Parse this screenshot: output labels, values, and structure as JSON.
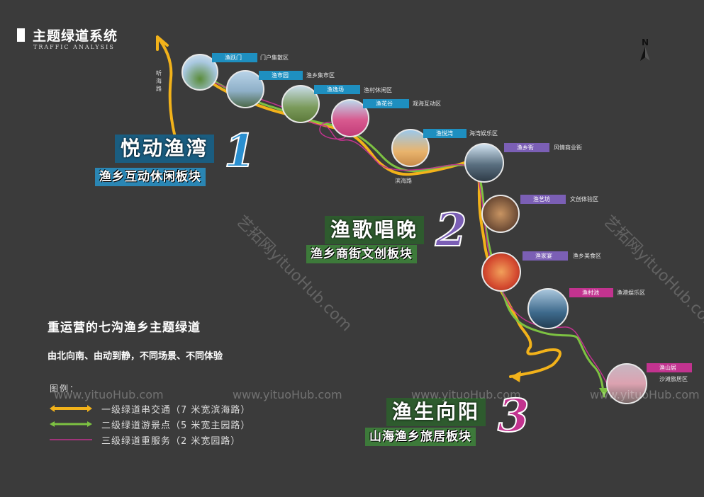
{
  "header": {
    "title": "主题绿道系统",
    "subtitle": "TRAFFIC ANALYSIS",
    "north_label": "N"
  },
  "roads": {
    "ting_hai": "听海路",
    "bin_hai": "滨海路"
  },
  "spots": [
    {
      "name": "渔跃门",
      "desc": "门户集散区",
      "color": "#1e8fc0"
    },
    {
      "name": "渔市园",
      "desc": "渔乡集市区",
      "color": "#1e8fc0"
    },
    {
      "name": "渔逸场",
      "desc": "渔村休闲区",
      "color": "#1e8fc0"
    },
    {
      "name": "渔花谷",
      "desc": "观海互动区",
      "color": "#1e8fc0"
    },
    {
      "name": "渔悦湾",
      "desc": "海湾娱乐区",
      "color": "#1e8fc0"
    },
    {
      "name": "渔乡街",
      "desc": "风情商业街",
      "color": "#7b5fb5"
    },
    {
      "name": "渔艺坊",
      "desc": "文创体验区",
      "color": "#7b5fb5"
    },
    {
      "name": "渔家宴",
      "desc": "渔乡美食区",
      "color": "#7b5fb5"
    },
    {
      "name": "渔村池",
      "desc": "渔港娱乐区",
      "color": "#c2338f"
    },
    {
      "name": "渔山居",
      "desc": "沙滩旅居区",
      "color": "#c2338f"
    }
  ],
  "sections": [
    {
      "title": "悦动渔湾",
      "subtitle": "渔乡互动休闲板块",
      "number": "1",
      "color": "#1a6f9b",
      "num_color": "#2a8fd0"
    },
    {
      "title": "渔歌唱晚",
      "subtitle": "渔乡商街文创板块",
      "number": "2",
      "color": "#2e5b2e",
      "num_color": "#7b5fb5"
    },
    {
      "title": "渔生向阳",
      "subtitle": "山海渔乡旅居板块",
      "number": "3",
      "color": "#2e5b2e",
      "num_color": "#c2338f"
    }
  ],
  "notes": {
    "main": "重运营的七沟渔乡主题绿道",
    "sub": "由北向南、由动到静，不同场景、不同体验"
  },
  "legend": {
    "title": "图例：",
    "items": [
      {
        "label": "一级绿道串交通（7 米宽滨海路）",
        "color": "#f2b21a"
      },
      {
        "label": "二级绿道游景点（5 米宽主园路）",
        "color": "#7dc242"
      },
      {
        "label": "三级绿道重服务（2 米宽园路）",
        "color": "#c2338f"
      }
    ]
  },
  "watermarks": {
    "url": "www.yituoHub.com",
    "brand": "艺拓网yituoHub.com"
  },
  "colors": {
    "background": "#3b3b3b",
    "primary_route": "#f2b21a",
    "secondary_route": "#7dc242",
    "tertiary_route": "#c2338f"
  }
}
